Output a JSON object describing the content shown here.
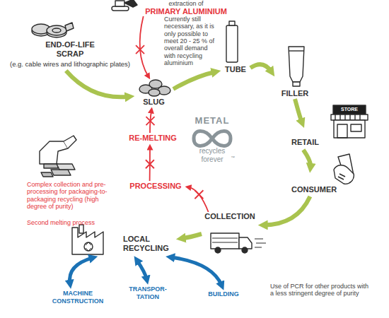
{
  "diagram": {
    "nodes": [
      {
        "text": [
          "extraction of",
          "PRIMARY ALUMINIUM"
        ]
      },
      {
        "text": [
          "END-OF-LIFE SCRAP",
          "(e.g. cable wires and lithographic plates)"
        ]
      },
      {
        "text": [
          "SLUG"
        ]
      },
      {
        "text": [
          "TUBE"
        ]
      },
      {
        "text": [
          "FILLER"
        ]
      },
      {
        "text": [
          "RETAIL"
        ]
      },
      {
        "text": [
          "RE-MELTING"
        ]
      },
      {
        "text": [
          "CONSUMER"
        ]
      },
      {
        "text": [
          "PROCESSING"
        ]
      },
      {
        "text": [
          "COLLECTION"
        ]
      },
      {
        "text": [
          "LOCAL RECYCLING"
        ]
      },
      {
        "text": [
          "MACHINE CONSTRUCTION"
        ]
      },
      {
        "text": [
          "TRANSPOR- TATION"
        ]
      },
      {
        "text": [
          "BUILDING"
        ]
      }
    ],
    "edges": [
      {
        "from": 0,
        "to": 2,
        "arrow": "to"
      },
      {
        "from": 1,
        "to": 2,
        "arrow": "to"
      },
      {
        "from": 2,
        "to": 3,
        "arrow": "to"
      },
      {
        "from": 3,
        "to": 4,
        "arrow": "to"
      },
      {
        "from": 4,
        "to": 5,
        "arrow": "to"
      },
      {
        "from": 5,
        "to": 7,
        "arrow": "to"
      },
      {
        "from": 7,
        "to": 9,
        "arrow": "to"
      },
      {
        "from": 9,
        "to": 10,
        "arrow": "to"
      },
      {
        "from": 9,
        "to": 8,
        "arrow": "to"
      },
      {
        "from": 8,
        "to": 6,
        "arrow": "to"
      },
      {
        "from": 6,
        "to": 2,
        "arrow": "to"
      },
      {
        "from": 10,
        "to": 11,
        "arrow": "both"
      },
      {
        "from": 10,
        "to": 12,
        "arrow": "both"
      },
      {
        "from": 10,
        "to": 13,
        "arrow": "both"
      }
    ],
    "labels": [
      "Currently still necessary, as it is only possible to meet 20 - 25 % of overall demand with recycling aluminium",
      "STORE",
      "METAL",
      "recycles forever",
      "™",
      "Complex collection and pre-processing for packaging-to-packaging recycling (high degree of purity)",
      "Second melting process",
      "Use of PCR for other products with a less stringent degree of purity"
    ]
  }
}
